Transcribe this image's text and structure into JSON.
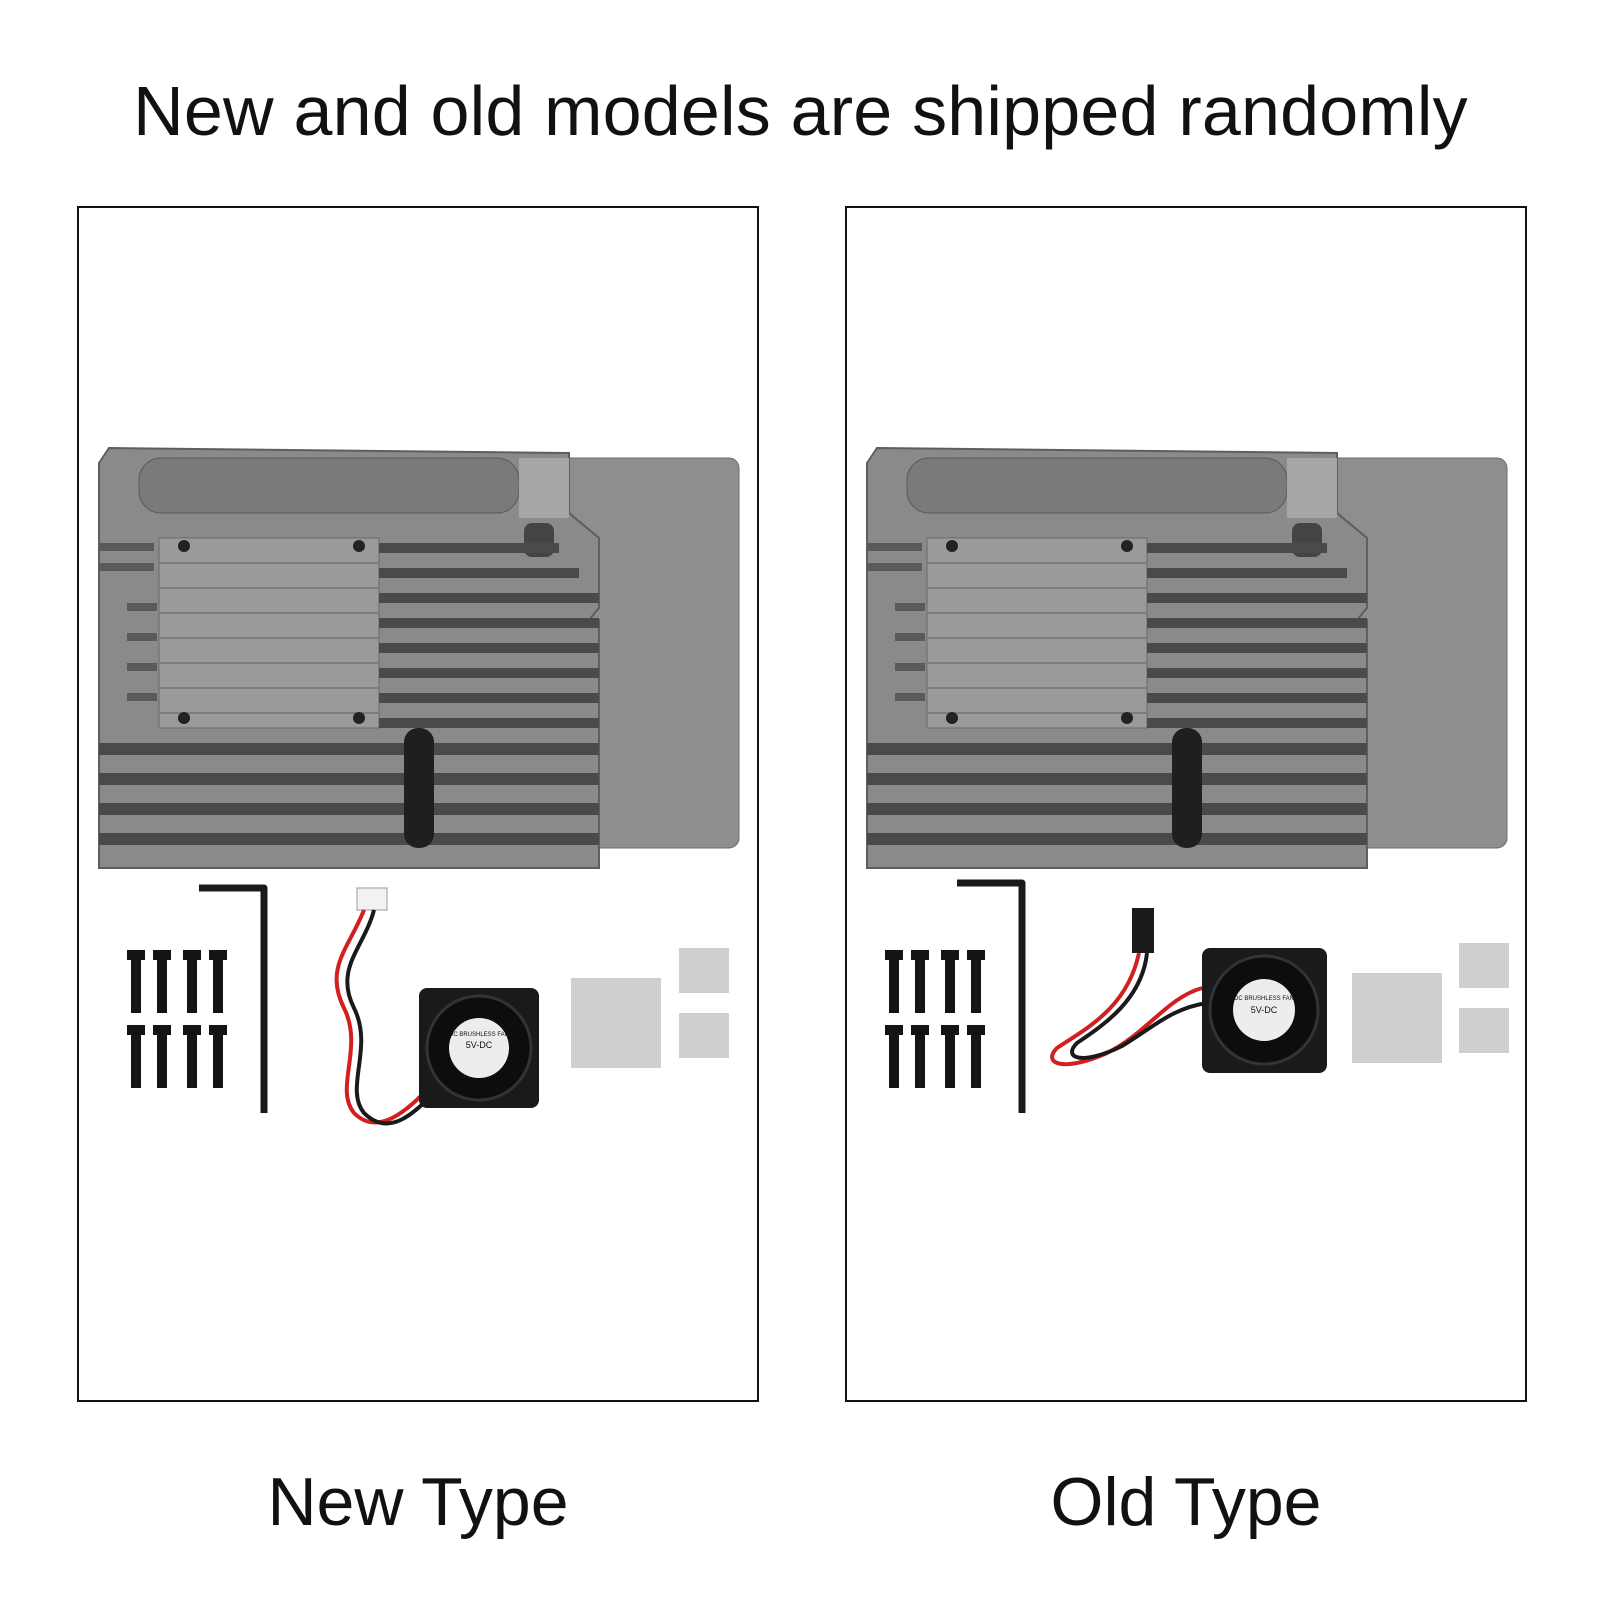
{
  "headline": "New and old models are shipped randomly",
  "panels": [
    {
      "caption": "New Type",
      "fan_label": "5V-DC",
      "fan_brand": "DC BRUSHLESS FAN"
    },
    {
      "caption": "Old Type",
      "fan_label": "5V-DC",
      "fan_brand": "DC BRUSHLESS FAN"
    }
  ],
  "colors": {
    "case_light": "#8c8c8c",
    "case_dark": "#4a4a4a",
    "fan_black": "#1a1a1a",
    "wire_red": "#d22020",
    "pad_gray": "#cfcfcf"
  }
}
